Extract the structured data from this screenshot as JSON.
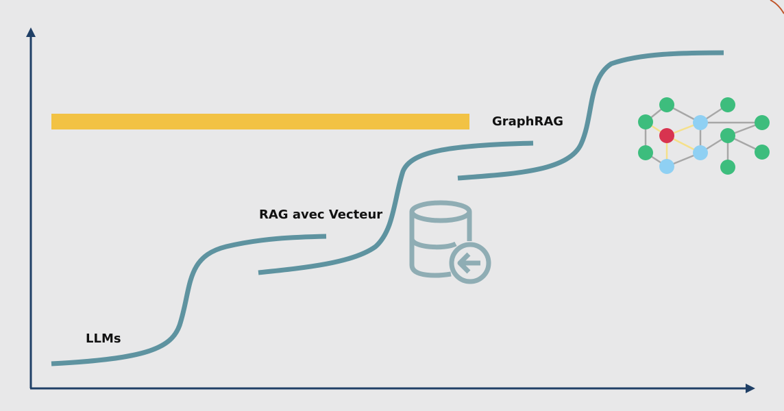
{
  "colors": {
    "background": "#e8e8e9",
    "axis": "#1f3f66",
    "curve": "#5e93a0",
    "highlight_bar": "#f2c244",
    "icon_stroke": "#8fadb4",
    "node_green": "#3dbd7d",
    "node_blue": "#8fd0f3",
    "node_red": "#d8334f",
    "edge_grey": "#a7a7a7",
    "edge_yellow": "#f5e08a",
    "corner_accent": "#c0552a"
  },
  "stages": [
    {
      "label": "LLMs"
    },
    {
      "label": "RAG avec Vecteur"
    },
    {
      "label": "GraphRAG"
    }
  ],
  "icons": {
    "database": "database-arrow-in-icon",
    "graph": "knowledge-graph-icon"
  }
}
